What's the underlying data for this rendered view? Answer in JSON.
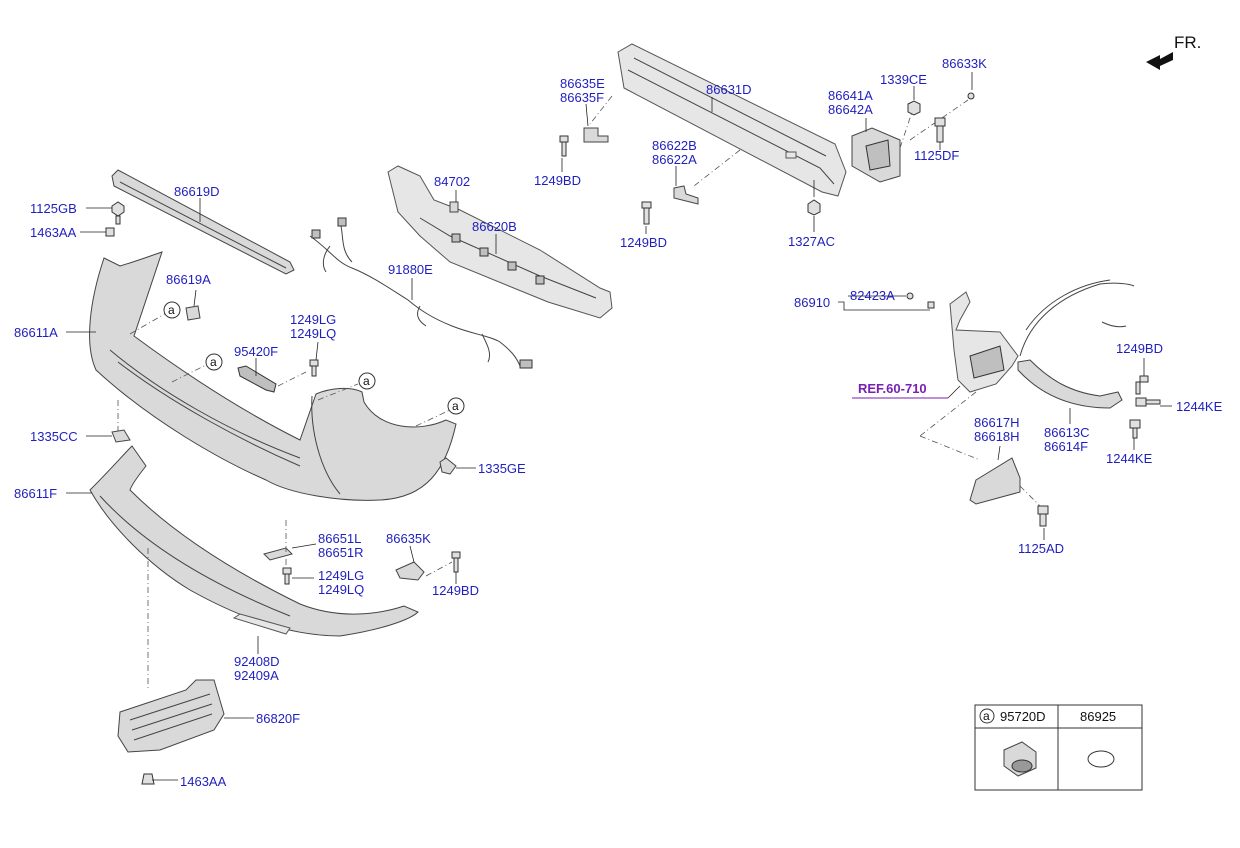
{
  "direction": {
    "label": "FR."
  },
  "reference": {
    "label": "REF.60-710"
  },
  "callout_letter": "a",
  "labels": {
    "p86635E": "86635E",
    "p86635F": "86635F",
    "p86631D": "86631D",
    "p86641A": "86641A",
    "p86642A": "86642A",
    "p1339CE": "1339CE",
    "p86633K": "86633K",
    "p1125DF": "1125DF",
    "p1249BD_a": "1249BD",
    "p86622B": "86622B",
    "p86622A": "86622A",
    "p84702": "84702",
    "p86620B": "86620B",
    "p1249BD_b": "1249BD",
    "p1327AC": "1327AC",
    "p86619D": "86619D",
    "p1125GB": "1125GB",
    "p1463AA_a": "1463AA",
    "p86619A": "86619A",
    "p91880E": "91880E",
    "p86611A": "86611A",
    "p1249LG_a": "1249LG",
    "p1249LQ_a": "1249LQ",
    "p95420F": "95420F",
    "p1335CC": "1335CC",
    "p1335GE": "1335GE",
    "p86611F": "86611F",
    "p86651L": "86651L",
    "p86651R": "86651R",
    "p86635K": "86635K",
    "p1249LG_b": "1249LG",
    "p1249LQ_b": "1249LQ",
    "p1249BD_c": "1249BD",
    "p92408D": "92408D",
    "p92409A": "92409A",
    "p86820F": "86820F",
    "p1463AA_b": "1463AA",
    "p86910": "86910",
    "p82423A": "82423A",
    "p1249BD_d": "1249BD",
    "p1244KE_a": "1244KE",
    "p86617H": "86617H",
    "p86618H": "86618H",
    "p86613C": "86613C",
    "p86614F": "86614F",
    "p1244KE_b": "1244KE",
    "p1125AD": "1125AD"
  },
  "legend_table": {
    "col1": "95720D",
    "col2": "86925"
  }
}
